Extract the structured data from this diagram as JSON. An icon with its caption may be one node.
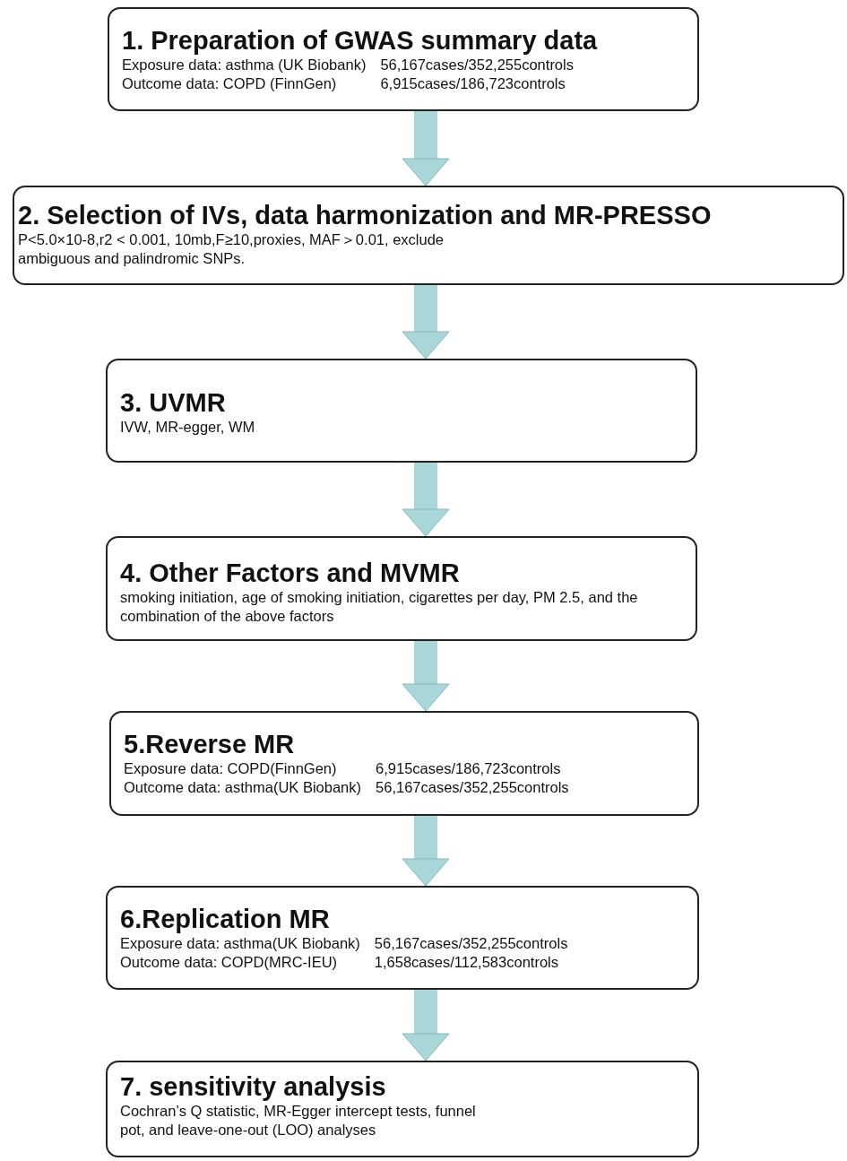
{
  "diagram": {
    "nodes": [
      {
        "text": [
          "1.  Preparation of GWAS summary data",
          "Exposure data: asthma (UK Biobank)",
          "56,167cases/352,255controls",
          "Outcome data: COPD (FinnGen)",
          "6,915cases/186,723controls"
        ]
      },
      {
        "text": [
          "2. Selection of IVs, data harmonization and MR-PRESSO",
          "P<5.0×10-8,r2 < 0.001, 10mb,F≥10,proxies, MAF＞0.01, exclude ambiguous and palindromic SNPs."
        ]
      },
      {
        "text": [
          "3. UVMR",
          "IVW, MR-egger, WM"
        ]
      },
      {
        "text": [
          "4. Other Factors and MVMR",
          "smoking initiation, age of smoking initiation, cigarettes per day, PM 2.5, and the combination of the above factors"
        ]
      },
      {
        "text": [
          "5.Reverse MR",
          "Exposure data: COPD(FinnGen)",
          "6,915cases/186,723controls",
          "Outcome data: asthma(UK Biobank)",
          "56,167cases/352,255controls"
        ]
      },
      {
        "text": [
          "6.Replication MR",
          "Exposure data: asthma(UK Biobank)",
          "56,167cases/352,255controls",
          "Outcome data: COPD(MRC-IEU)",
          "1,658cases/112,583controls"
        ]
      },
      {
        "text": [
          "7. sensitivity analysis",
          "Cochran’s Q statistic, MR-Egger intercept tests, funnel pot, and leave-one-out (LOO) analyses"
        ]
      }
    ],
    "edges": [
      {
        "from": 0,
        "to": 1,
        "arrow": "to"
      },
      {
        "from": 1,
        "to": 2,
        "arrow": "to"
      },
      {
        "from": 2,
        "to": 3,
        "arrow": "to"
      },
      {
        "from": 3,
        "to": 4,
        "arrow": "to"
      },
      {
        "from": 4,
        "to": 5,
        "arrow": "to"
      },
      {
        "from": 5,
        "to": 6,
        "arrow": "to"
      }
    ]
  }
}
